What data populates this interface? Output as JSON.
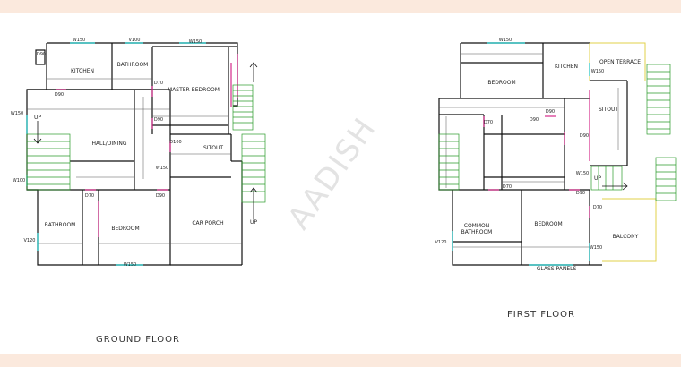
{
  "watermark": "AADISH",
  "ground_floor": {
    "caption": "GROUND FLOOR",
    "rooms": {
      "kitchen": "KITCHEN",
      "bathroom_top": "BATHROOM",
      "master_bedroom": "MASTER BEDROOM",
      "hall_dining": "HALL/DINING",
      "sitout": "SITOUT",
      "bathroom_bottom": "BATHROOM",
      "bedroom": "BEDROOM",
      "car_porch": "CAR PORCH"
    },
    "stair_labels": {
      "up_left": "UP",
      "up_right": "UP"
    },
    "openings": {
      "w150_top_left": "W150",
      "v100_top": "V100",
      "w150_top_right": "W150",
      "d90_kitchen": "D90",
      "d70_master": "D70",
      "d90_hall": "D90",
      "d90_master_bottom": "D90",
      "w150_left": "W150",
      "d100": "D100",
      "w150_sitout": "W150",
      "w100_left": "W100",
      "d70_bedroom": "D70",
      "d90_bedroom": "D90",
      "v120": "V120",
      "w150_bottom": "W150"
    }
  },
  "first_floor": {
    "caption": "FIRST FLOOR",
    "rooms": {
      "bedroom_top": "BEDROOM",
      "kitchen": "KITCHEN",
      "open_terrace": "OPEN TERRACE",
      "sitout": "SITOUT",
      "common_bathroom_line1": "COMMON",
      "common_bathroom_line2": "BATHROOM",
      "bedroom_bottom": "BEDROOM",
      "balcony": "BALCONY"
    },
    "stair_labels": {
      "up": "UP"
    },
    "glass_panels": "GLASS PANELS",
    "openings": {
      "w150_top": "W150",
      "w150_terrace": "W150",
      "d70": "D70",
      "d90_a": "D90",
      "d90_b": "D90",
      "d90_c": "D90",
      "w150_mid": "W150",
      "d70_bottom": "D70",
      "d90_bottom": "D90",
      "d70_balcony": "D70",
      "v120": "V120",
      "w150_balcony": "W150"
    }
  }
}
